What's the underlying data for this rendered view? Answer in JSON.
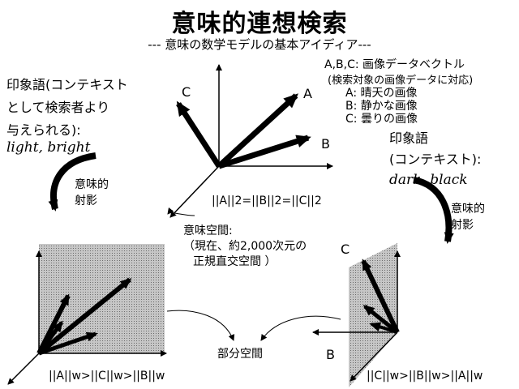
{
  "title": "意味的連想検索",
  "subtitle": "--- 意味の数学モデルの基本アイディア---",
  "left_context": {
    "heading_lines": [
      "印象語(コンテキスト",
      "として検索者より",
      "与えられる):"
    ],
    "words": "light, bright"
  },
  "right_context": {
    "heading_lines": [
      "印象語",
      "(コンテキスト):"
    ],
    "words": "dark, black"
  },
  "legend": {
    "header": "A,B,C: 画像データベクトル",
    "subheader": "(検索対象の画像データに対応)",
    "items": [
      "A: 晴天の画像",
      "B: 静かな画像",
      "C: 曇りの画像"
    ]
  },
  "vector_labels": {
    "a": "A",
    "b": "B",
    "c": "C"
  },
  "norm_equation": "||A||2=||B||2=||C||2",
  "projection_label_left": [
    "意味的",
    "射影"
  ],
  "projection_label_right": [
    "意味的",
    "射影"
  ],
  "semantic_space": {
    "lines": [
      "意味空間:",
      "（現在、約2,000次元の",
      "正規直交空間 ）"
    ]
  },
  "subspace_label": "部分空間",
  "left_result": "||A||w>||C||w>||B||w",
  "right_result": "||C||w>||B||w>||A||w",
  "colors": {
    "fill_gray": "#b5b5b5",
    "ink": "#000000"
  },
  "icons": [
    "curved-arrow-icon",
    "vector-arrow-icon"
  ]
}
